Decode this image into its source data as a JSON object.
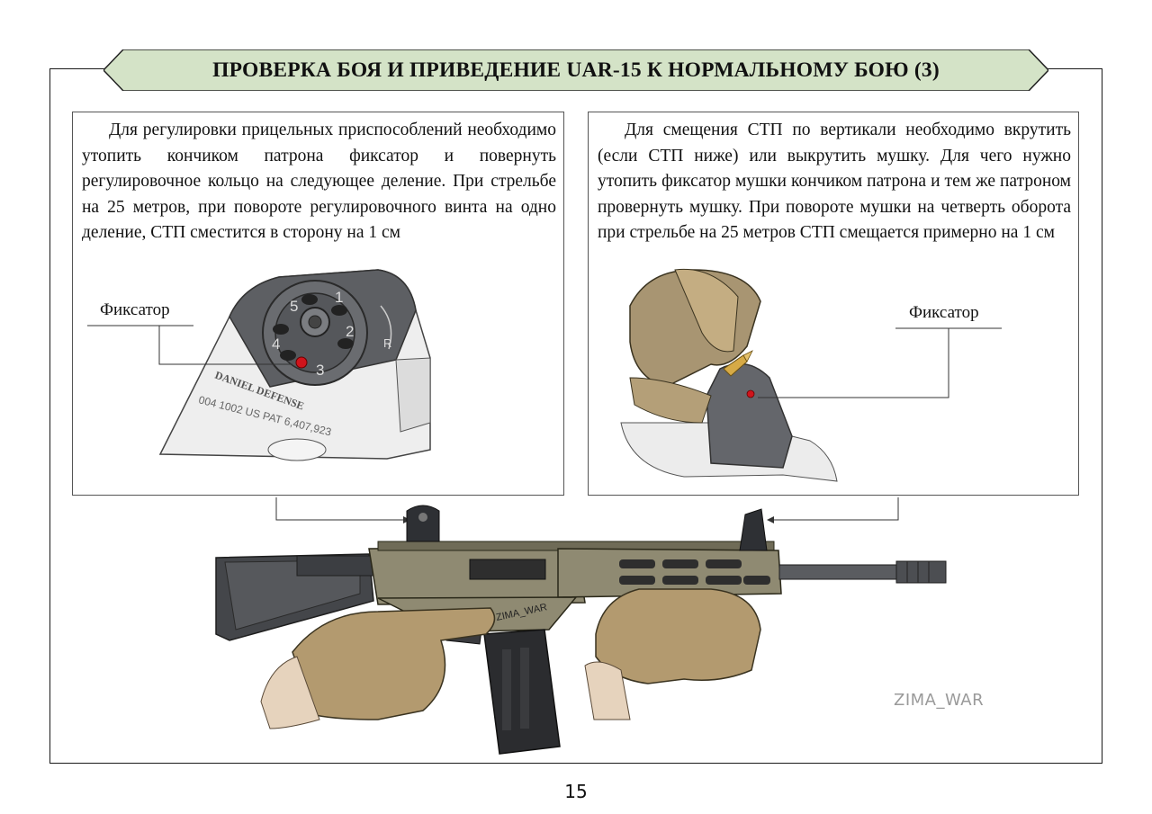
{
  "title": "ПРОВЕРКА БОЯ И ПРИВЕДЕНИЕ UAR-15 К НОРМАЛЬНОМУ БОЮ (3)",
  "left_panel": {
    "text": "Для регулировки прицельных приспособлений необходимо утопить кончиком патрона фиксатор и повернуть регулировочное кольцо на следующее деление. При стрельбе на 25 метров, при повороте регулировочного винта на одно деление, СТП сместится в сторону на 1 см",
    "callout": "Фиксатор",
    "sight_numbers": [
      "1",
      "2",
      "3",
      "4",
      "5"
    ],
    "sight_letter": "R",
    "engraving_1": "DANIEL DEFENSE",
    "engraving_2": "004 1002 US PAT 6,407,923"
  },
  "right_panel": {
    "text": "Для смещения СТП по вертикали необходимо вкрутить (если СТП ниже) или выкрутить мушку. Для чего нужно утопить фиксатор мушки кончиком патрона и тем же патроном провернуть мушку. При повороте мушки на четверть оборота при стрельбе на 25 метров СТП смещается примерно на 1 см",
    "callout": "Фиксатор"
  },
  "rifle_marking": "ZIMA_WAR",
  "watermark": "ZIMA_WAR",
  "page_number": "15",
  "colors": {
    "banner_fill": "#d4e3c7",
    "banner_stroke": "#222222",
    "detent_red": "#d0141c",
    "rifle_tan": "#8f8a72",
    "glove_tan": "#b39a6f"
  }
}
